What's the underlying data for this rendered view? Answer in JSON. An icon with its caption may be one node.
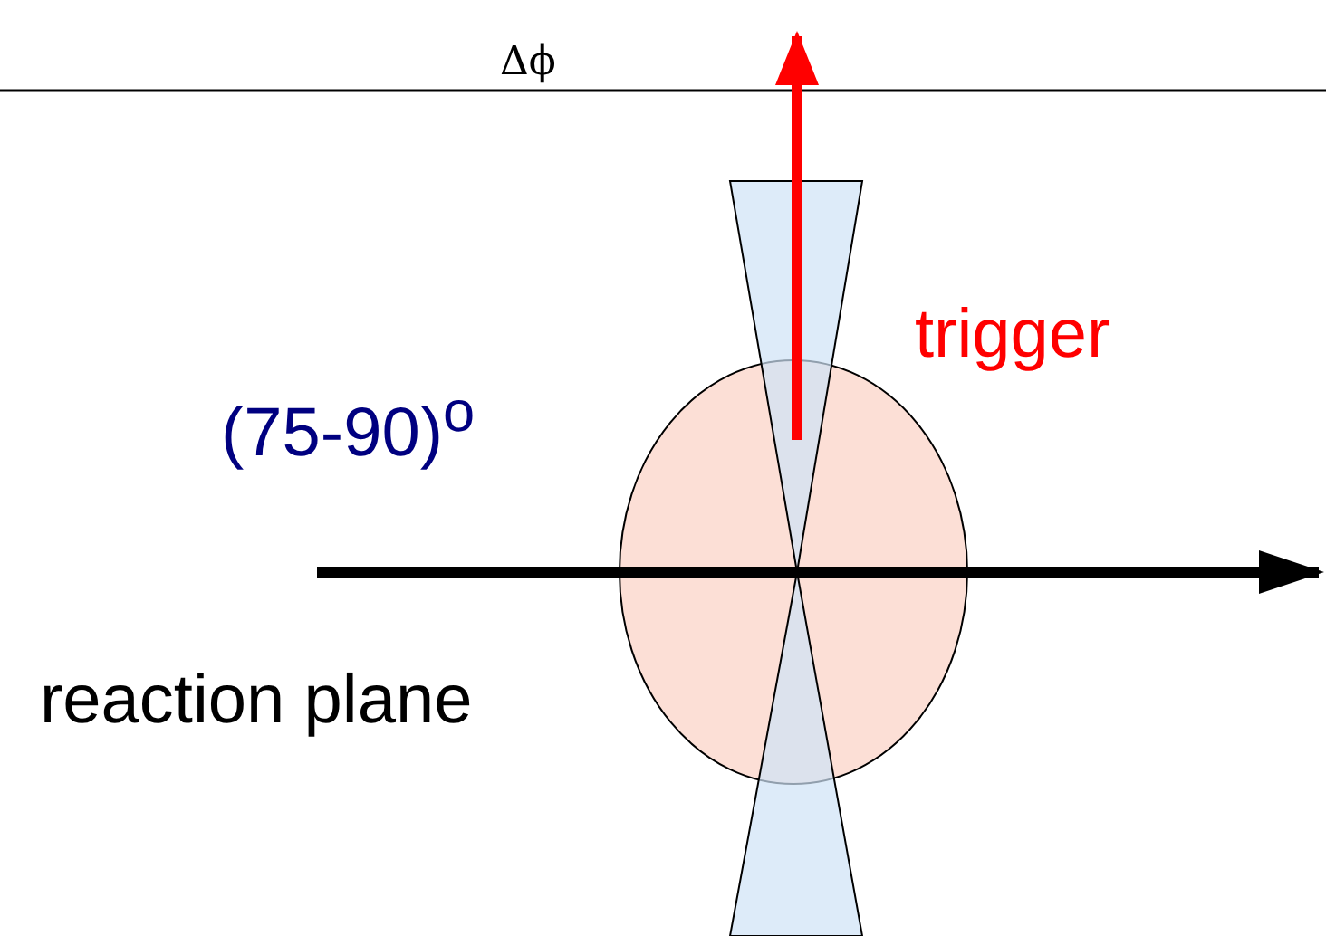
{
  "diagram": {
    "labels": [
      "Δϕ",
      "(75-90)$^{o}$",
      "trigger",
      "reaction plane"
    ]
  }
}
